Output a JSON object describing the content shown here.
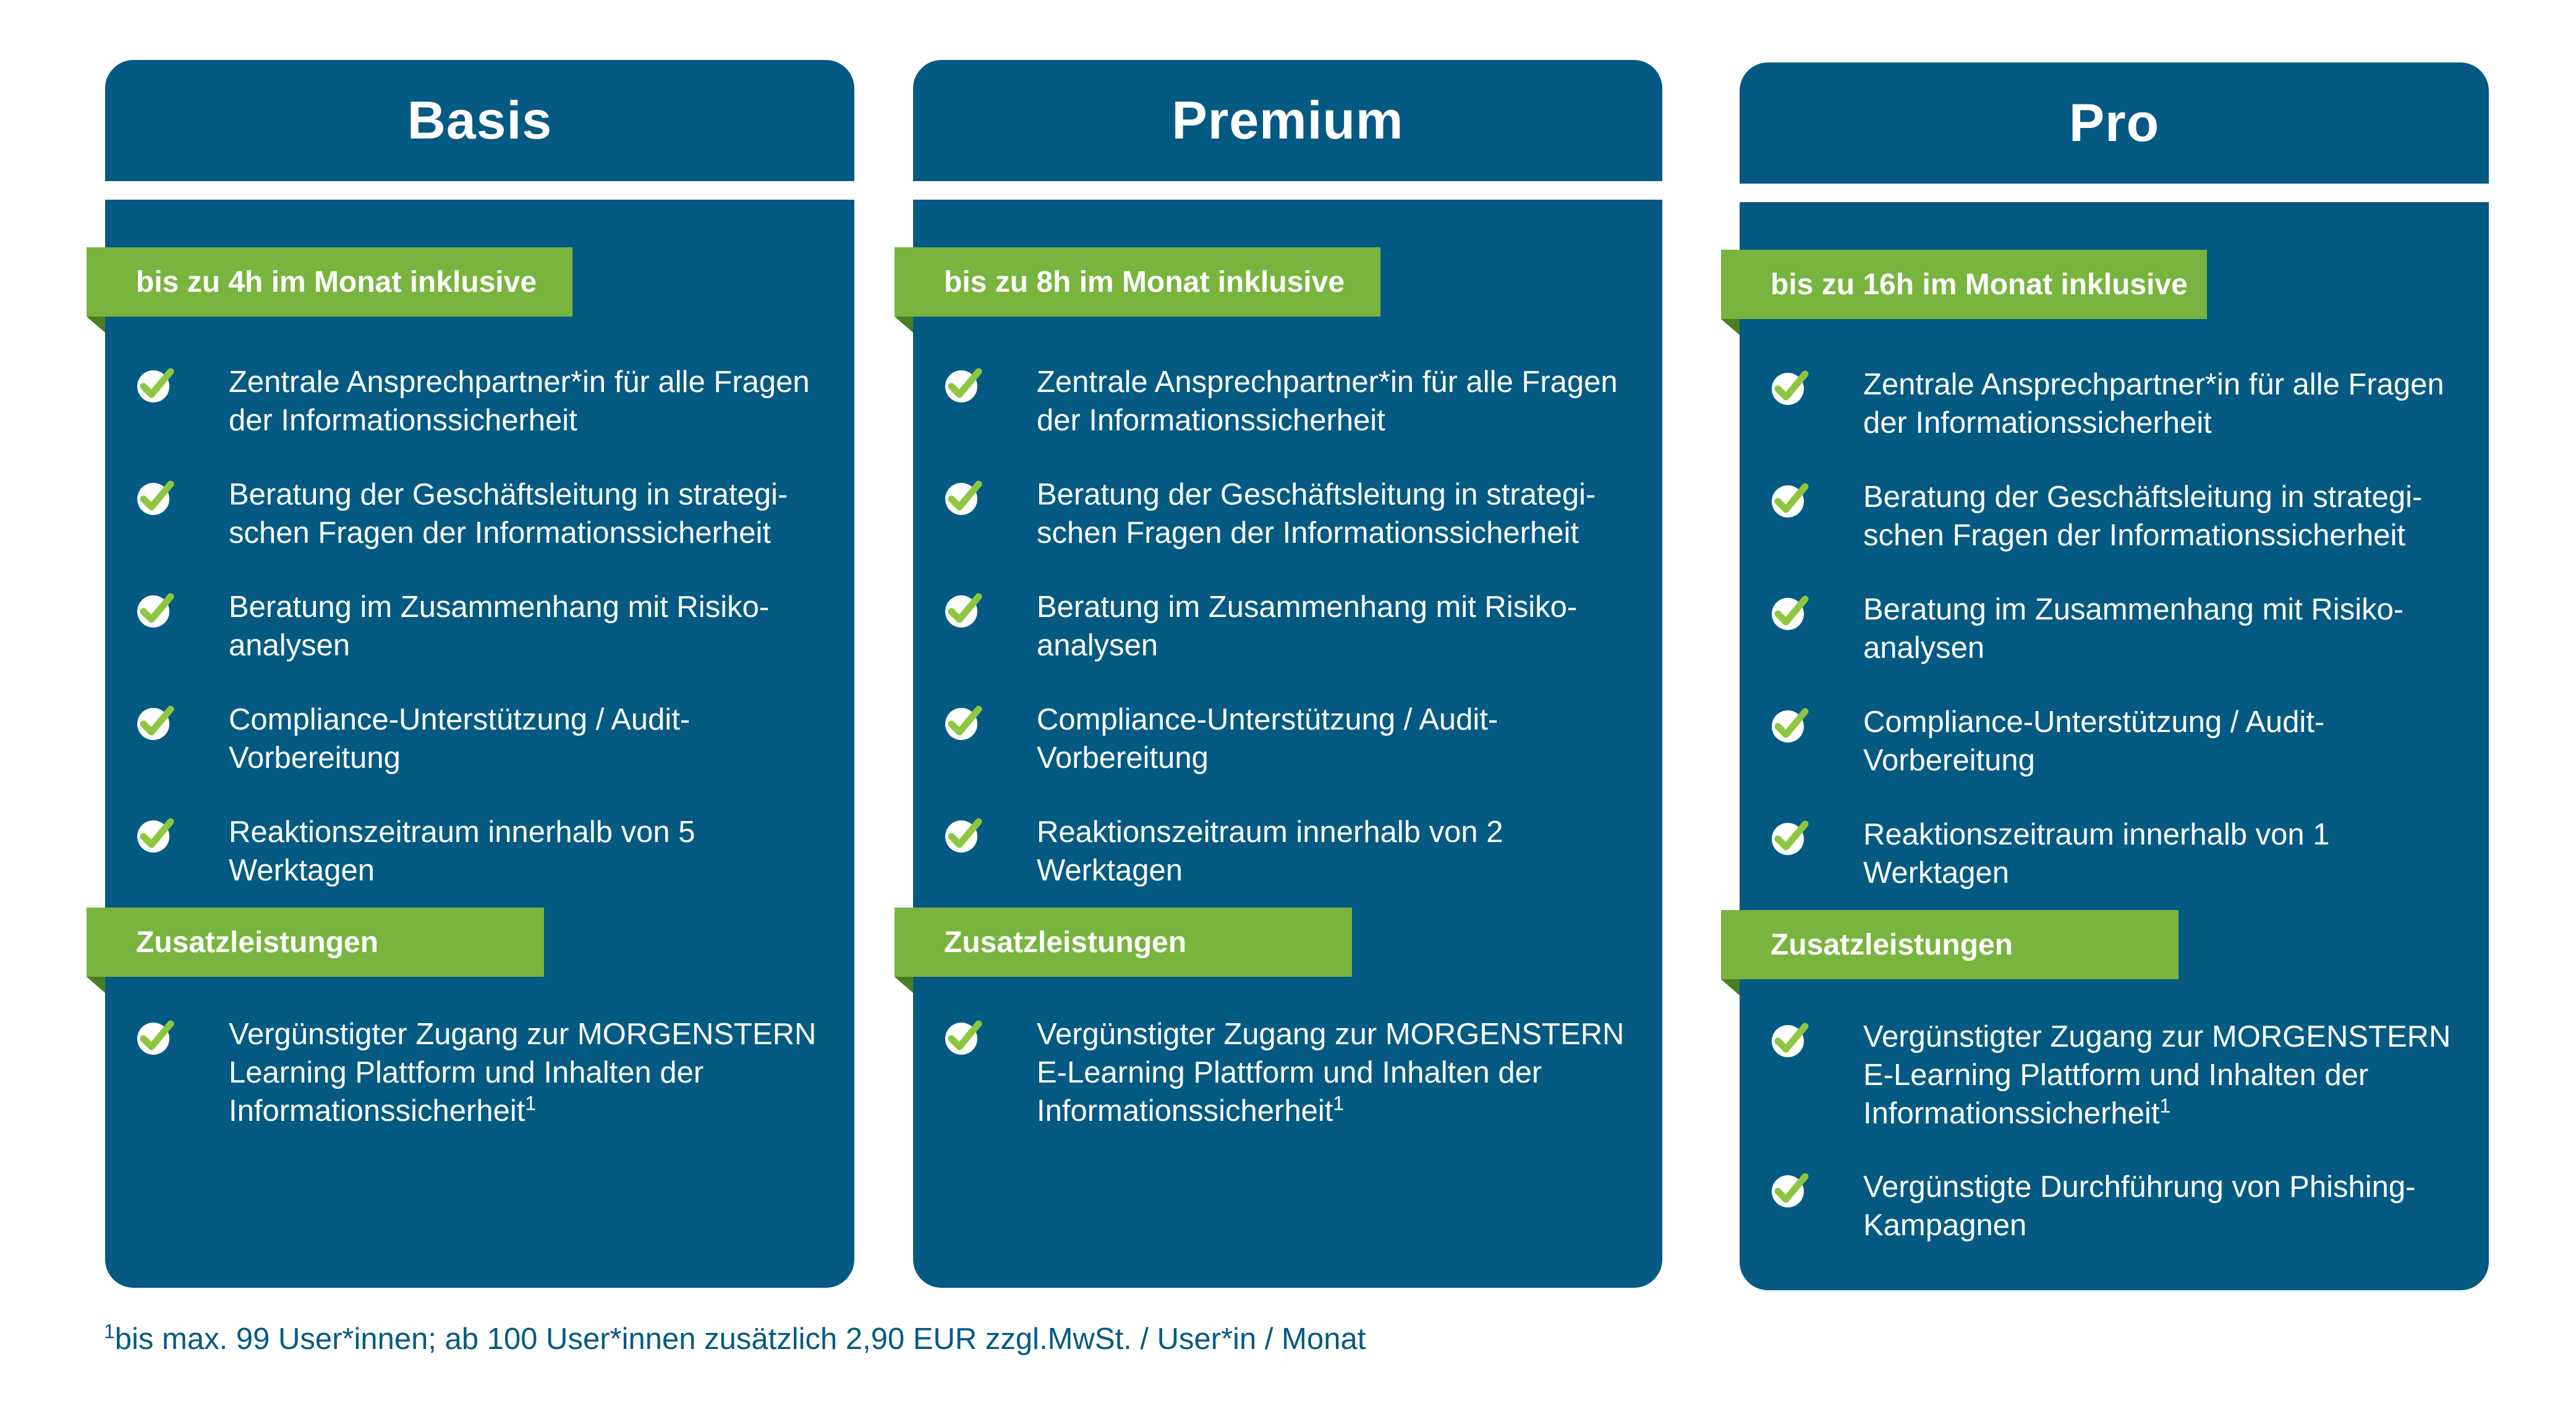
{
  "brand": {
    "blue": "#045a82",
    "green": "#78b43e",
    "check": "#8dc63f"
  },
  "plans": [
    {
      "title": "Basis",
      "included": "bis zu 4h im Monat inklusive",
      "features": [
        "Zentrale Ansprechpartner*in für alle Fragen der Informationssicherheit",
        "Beratung der Geschäftsleitung in strategi-schen Fragen der Informationssicherheit",
        "Beratung im Zusammenhang mit Risiko-analysen",
        "Compliance-Unterstützung / Audit-Vorbereitung",
        "Reaktionszeitraum innerhalb von 5 Werktagen"
      ],
      "extras_title": "Zusatzleistungen",
      "extras": [
        {
          "text": "Vergünstigter Zugang zur MORGENSTERN Learning Plattform und Inhalten der Informationssicherheit",
          "sup": "1"
        }
      ]
    },
    {
      "title": "Premium",
      "included": "bis zu 8h im Monat inklusive",
      "features": [
        "Zentrale Ansprechpartner*in für alle Fragen der Informationssicherheit",
        "Beratung der Geschäftsleitung in strategi-schen Fragen der Informationssicherheit",
        "Beratung im Zusammenhang mit Risiko-analysen",
        "Compliance-Unterstützung / Audit-Vorbereitung",
        "Reaktionszeitraum innerhalb von 2 Werktagen"
      ],
      "extras_title": "Zusatzleistungen",
      "extras": [
        {
          "text": "Vergünstigter Zugang zur MORGENSTERN E-Learning Plattform und Inhalten der Informationssicherheit",
          "sup": "1"
        }
      ]
    },
    {
      "title": "Pro",
      "included": "bis zu 16h im Monat inklusive",
      "features": [
        "Zentrale Ansprechpartner*in für alle Fragen der Informationssicherheit",
        "Beratung der Geschäftsleitung in strategi-schen Fragen der Informationssicherheit",
        "Beratung im Zusammenhang mit Risiko-analysen",
        "Compliance-Unterstützung / Audit-Vorbereitung",
        "Reaktionszeitraum innerhalb von 1 Werktagen"
      ],
      "extras_title": "Zusatzleistungen",
      "extras": [
        {
          "text": "Vergünstigter Zugang zur MORGENSTERN E-Learning Plattform und Inhalten der Informationssicherheit",
          "sup": "1"
        },
        {
          "text": "Vergünstigte Durchführung von Phishing-Kampagnen",
          "sup": ""
        }
      ]
    }
  ],
  "footnote": {
    "sup": "1",
    "text": "bis max. 99 User*innen; ab 100 User*innen zusätzlich 2,90 EUR zzgl.MwSt. / User*in / Monat"
  }
}
